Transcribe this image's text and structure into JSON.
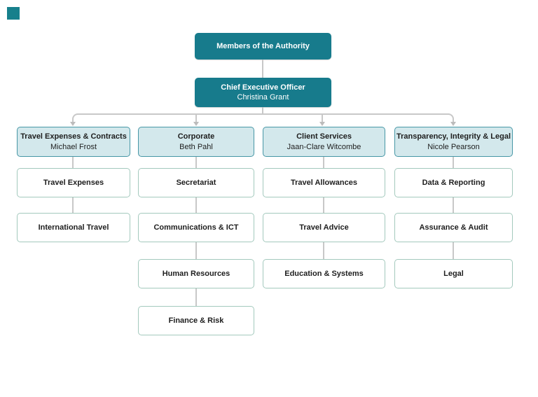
{
  "page": {
    "background": "#ffffff"
  },
  "decor": {
    "corner_square_color": "#17808c"
  },
  "palette": {
    "node_teal": "#177b8c",
    "header_fill": "#d3e8ec",
    "header_border": "#4797a6",
    "unit_border": "#a3c9bd",
    "connector_gray": "#c8c8c8",
    "text_dark": "#1e1e1e",
    "text_light": "#ffffff"
  },
  "org": {
    "root": {
      "title": "Members of the Authority"
    },
    "ceo": {
      "title": "Chief Executive Officer",
      "name": "Christina Grant"
    },
    "departments": [
      {
        "title": "Travel Expenses & Contracts",
        "manager": "Michael Frost",
        "units": [
          "Travel Expenses",
          "International Travel"
        ]
      },
      {
        "title": "Corporate",
        "manager": "Beth Pahl",
        "units": [
          "Secretariat",
          "Communications & ICT",
          "Human Resources",
          "Finance & Risk"
        ]
      },
      {
        "title": "Client Services",
        "manager": "Jaan-Clare Witcombe",
        "units": [
          "Travel Allowances",
          "Travel Advice",
          "Education & Systems"
        ]
      },
      {
        "title": "Transparency, Integrity & Legal",
        "manager": "Nicole Pearson",
        "units": [
          "Data & Reporting",
          "Assurance & Audit",
          "Legal"
        ]
      }
    ]
  }
}
